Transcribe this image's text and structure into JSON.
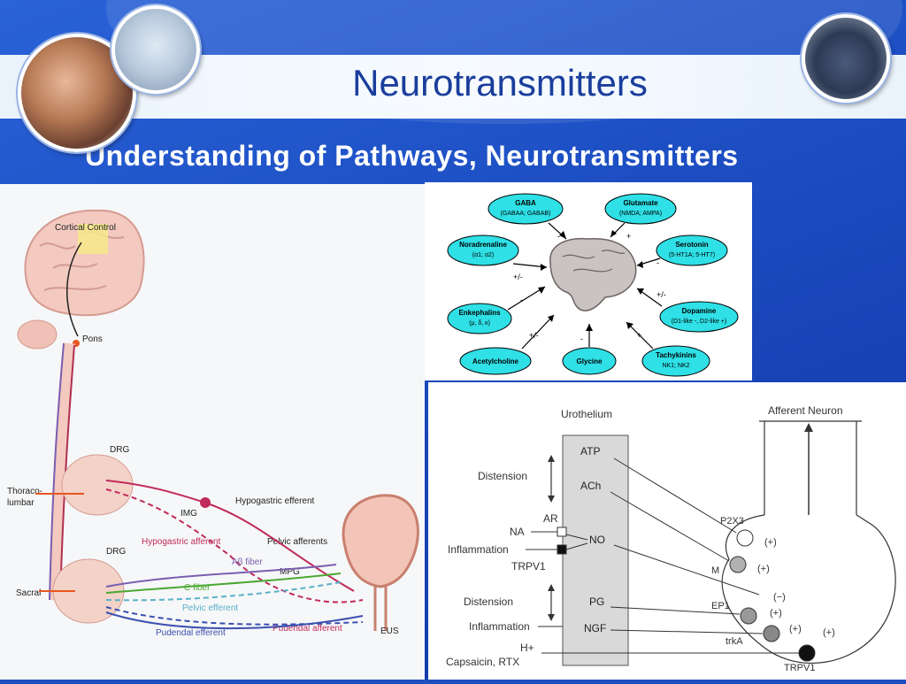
{
  "slide": {
    "title": "Neurotransmitters",
    "subtitle": "Understanding of Pathways, Neurotransmitters"
  },
  "left_diagram": {
    "labels": {
      "cortical": "Cortical Control",
      "pons": "Pons",
      "drg_top": "DRG",
      "thoraco": "Thoraco-",
      "lumbar": "lumbar",
      "img": "IMG",
      "hypogastric_efferent": "Hypogastric efferent",
      "hypogastric_afferent": "Hypogastric afferent",
      "pelvic_afferents": "Pelvic afferents",
      "drg_bottom": "DRG",
      "abeta": "Aβ fiber",
      "mpg": "MPG",
      "c_fiber": "C fiber",
      "sacral": "Sacral",
      "pelvic_efferent": "Pelvic efferent",
      "pudendal_afferent": "Pudendal afferent",
      "pudendal_efferent": "Pudendal efferent",
      "eus": "EUS"
    }
  },
  "brain_diagram": {
    "nodes": [
      {
        "line1": "GABA",
        "line2": "(GABAA; GABAB)",
        "sign": "-"
      },
      {
        "line1": "Glutamate",
        "line2": "(NMDA; AMPA)",
        "sign": "+"
      },
      {
        "line1": "Noradrenaline",
        "line2": "(α1; α2)",
        "sign": "+/-"
      },
      {
        "line1": "Serotonin",
        "line2": "(5-HT1A; 5-HT7)",
        "sign": "-"
      },
      {
        "line1": "Enkephalins",
        "line2": "(μ, δ, κ)",
        "sign": "-"
      },
      {
        "line1": "Dopamine",
        "line2": "(D1-like -, D2-like +)",
        "sign": "+/-"
      },
      {
        "line1": "Acetylcholine",
        "line2": "",
        "sign": "+/-"
      },
      {
        "line1": "Glycine",
        "line2": "",
        "sign": "-"
      },
      {
        "line1": "Tachykinins",
        "line2": "NK1; NK2",
        "sign": "+"
      }
    ]
  },
  "urothelium_diagram": {
    "urothelium": "Urothelium",
    "afferent_neuron": "Afferent Neuron",
    "mediators": [
      "ATP",
      "ACh",
      "NO",
      "PG",
      "NGF"
    ],
    "stimuli": {
      "distension1": "Distension",
      "ar": "AR",
      "na": "NA",
      "inflammation1": "Inflammation",
      "trpv1_left": "TRPV1",
      "distension2": "Distension",
      "inflammation2": "Inflammation",
      "h_plus": "H+",
      "capsaicin": "Capsaicin, RTX"
    },
    "receptors": {
      "p2x3": "P2X3",
      "m": "M",
      "ep1": "EP1",
      "trka": "trkA",
      "trpv1": "TRPV1"
    },
    "signs": {
      "s1": "(+)",
      "s2": "(+)",
      "s3": "(−)",
      "s4": "(+)",
      "s5": "(+)",
      "s6": "(+)"
    }
  }
}
